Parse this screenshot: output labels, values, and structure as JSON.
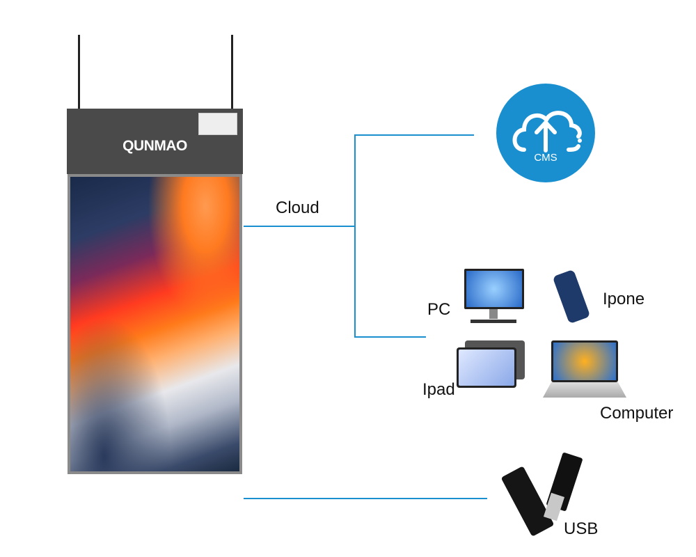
{
  "brand": "QUNMAO",
  "labels": {
    "cloud": "Cloud",
    "cms": "CMS",
    "pc": "PC",
    "iphone": "Ipone",
    "ipad": "Ipad",
    "computer": "Computer",
    "usb": "USB"
  },
  "colors": {
    "line": "#1a8fd0",
    "cms_circle": "#1a8fd0",
    "header": "#4a4a4a"
  }
}
